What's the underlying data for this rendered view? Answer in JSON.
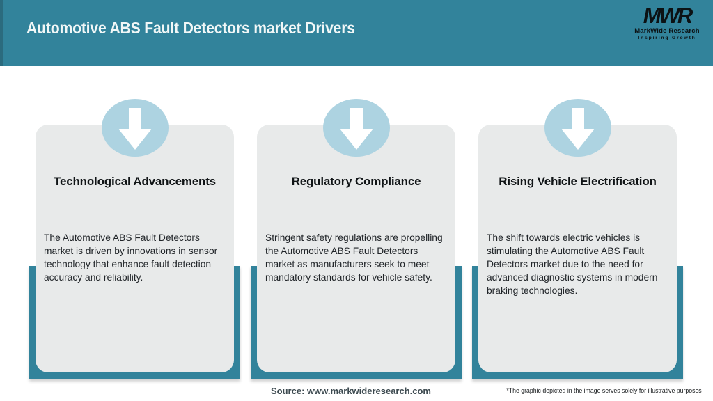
{
  "header": {
    "title": "Automotive ABS Fault Detectors market Drivers",
    "logo": {
      "acronym": "MWR",
      "name": "MarkWide Research",
      "tagline": "Inspiring Growth"
    }
  },
  "cards": [
    {
      "icon": "down-arrow-icon",
      "title": "Technological Advancements",
      "body": "The Automotive ABS Fault Detectors market is driven by innovations in sensor technology that enhance fault detection accuracy and reliability."
    },
    {
      "icon": "down-arrow-icon",
      "title": "Regulatory Compliance",
      "body": "Stringent safety regulations are propelling the Automotive ABS Fault Detectors market as manufacturers seek to meet mandatory standards for vehicle safety."
    },
    {
      "icon": "down-arrow-icon",
      "title": "Rising Vehicle Electrification",
      "body": "The shift towards electric vehicles is stimulating the Automotive ABS Fault Detectors market due to the need for advanced diagnostic systems in modern braking technologies."
    }
  ],
  "footer": {
    "source": "Source: www.markwideresearch.com",
    "disclaimer": "*The graphic depicted in the image serves solely for illustrative purposes"
  },
  "colors": {
    "accent_teal": "#32839B",
    "header_edge_dark": "#2B6B7E",
    "badge_blue": "#ADD3E1",
    "card_gray": "#E8EAEA",
    "title_text": "#F1F7F7",
    "source_text": "#3D4A50"
  }
}
